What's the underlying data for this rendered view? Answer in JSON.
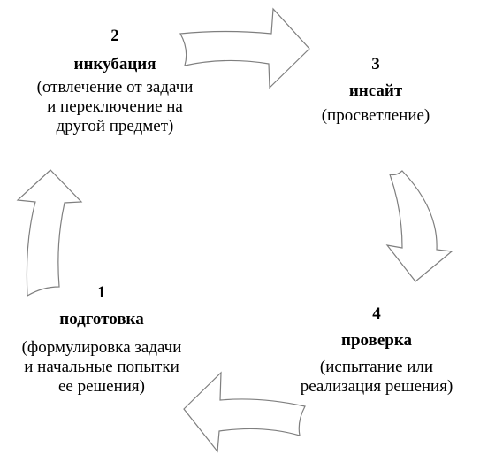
{
  "stages": [
    {
      "number": "1",
      "title": "подготовка",
      "description": "(формулировка задачи и начальные попытки ее решения)"
    },
    {
      "number": "2",
      "title": "инкубация",
      "description": "(отвлечение от задачи и переключение на другой предмет)"
    },
    {
      "number": "3",
      "title": "инсайт",
      "description": "(просветление)"
    },
    {
      "number": "4",
      "title": "проверка",
      "description": "(испытание или реализация решения)"
    }
  ],
  "colors": {
    "arrow_fill": "#ffffff",
    "arrow_stroke": "#7f7f7f",
    "text": "#000000"
  },
  "arrows": [
    {
      "from": "1",
      "to": "2",
      "direction": "up"
    },
    {
      "from": "2",
      "to": "3",
      "direction": "right"
    },
    {
      "from": "3",
      "to": "4",
      "direction": "down"
    },
    {
      "from": "4",
      "to": "1",
      "direction": "left"
    }
  ]
}
